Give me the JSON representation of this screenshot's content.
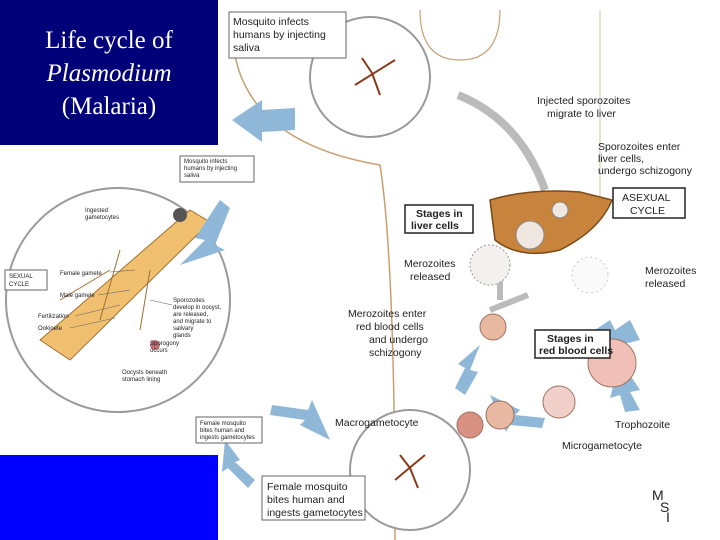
{
  "title": {
    "line1": "Life cycle of",
    "line2": "Plasmodium",
    "line3": "(Malaria)"
  },
  "labels": {
    "mosquito_infects": [
      "Mosquito infects",
      "humans by injecting",
      "saliva"
    ],
    "injected_sporozoites": [
      "Injected sporozoites",
      "migrate to liver"
    ],
    "sporozoites_enter": [
      "Sporozoites enter",
      "liver cells,",
      "undergo schizogony"
    ],
    "asexual_cycle": [
      "ASEXUAL",
      "CYCLE"
    ],
    "stages_liver": [
      "Stages in",
      "liver cells"
    ],
    "merozoites_released_1": [
      "Merozoites",
      "released"
    ],
    "merozoites_released_2": [
      "Merozoites",
      "released"
    ],
    "merozoites_enter": [
      "Merozoites enter",
      "red blood cells",
      "and undergo",
      "schizogony"
    ],
    "stages_rbc": [
      "Stages in",
      "red blood cells"
    ],
    "macrogametocyte": "Macrogametocyte",
    "trophozoite": "Trophozoite",
    "microgametocyte": "Microgametocyte",
    "female_mosquito_bites": [
      "Female mosquito",
      "bites human and",
      "ingests gametocytes"
    ],
    "small_mosquito_infects": [
      "Mosquito infects",
      "humans by injecting",
      "saliva"
    ],
    "small_female_mosquito": [
      "Female mosquito",
      "bites human and",
      "ingests gametocytes"
    ],
    "sexual_cycle": [
      "SEXUAL",
      "CYCLE"
    ],
    "ingested_gametocytes": [
      "Ingested",
      "gametocytes"
    ],
    "female_gamete": "Female gamete",
    "male_gamete": "Male gamete",
    "fertilization": "Fertilization",
    "ookinete": "Ookinete",
    "sporozoites_develop": [
      "Sporozoites",
      "develop in oocyst,",
      "are released,",
      "and migrate to",
      "salivary",
      "glands"
    ],
    "sporogony": [
      "Sporogony",
      "occurs"
    ],
    "oocysts": [
      "Oocysts beneath",
      "stomach lining"
    ],
    "watermark": [
      "M",
      "S",
      "I"
    ]
  },
  "colors": {
    "title_bg": "#000078",
    "bottom_box": "#0000ff",
    "arrow": "#8fb8d8",
    "liver": "#c8843c",
    "skin_line": "#c8a070"
  }
}
